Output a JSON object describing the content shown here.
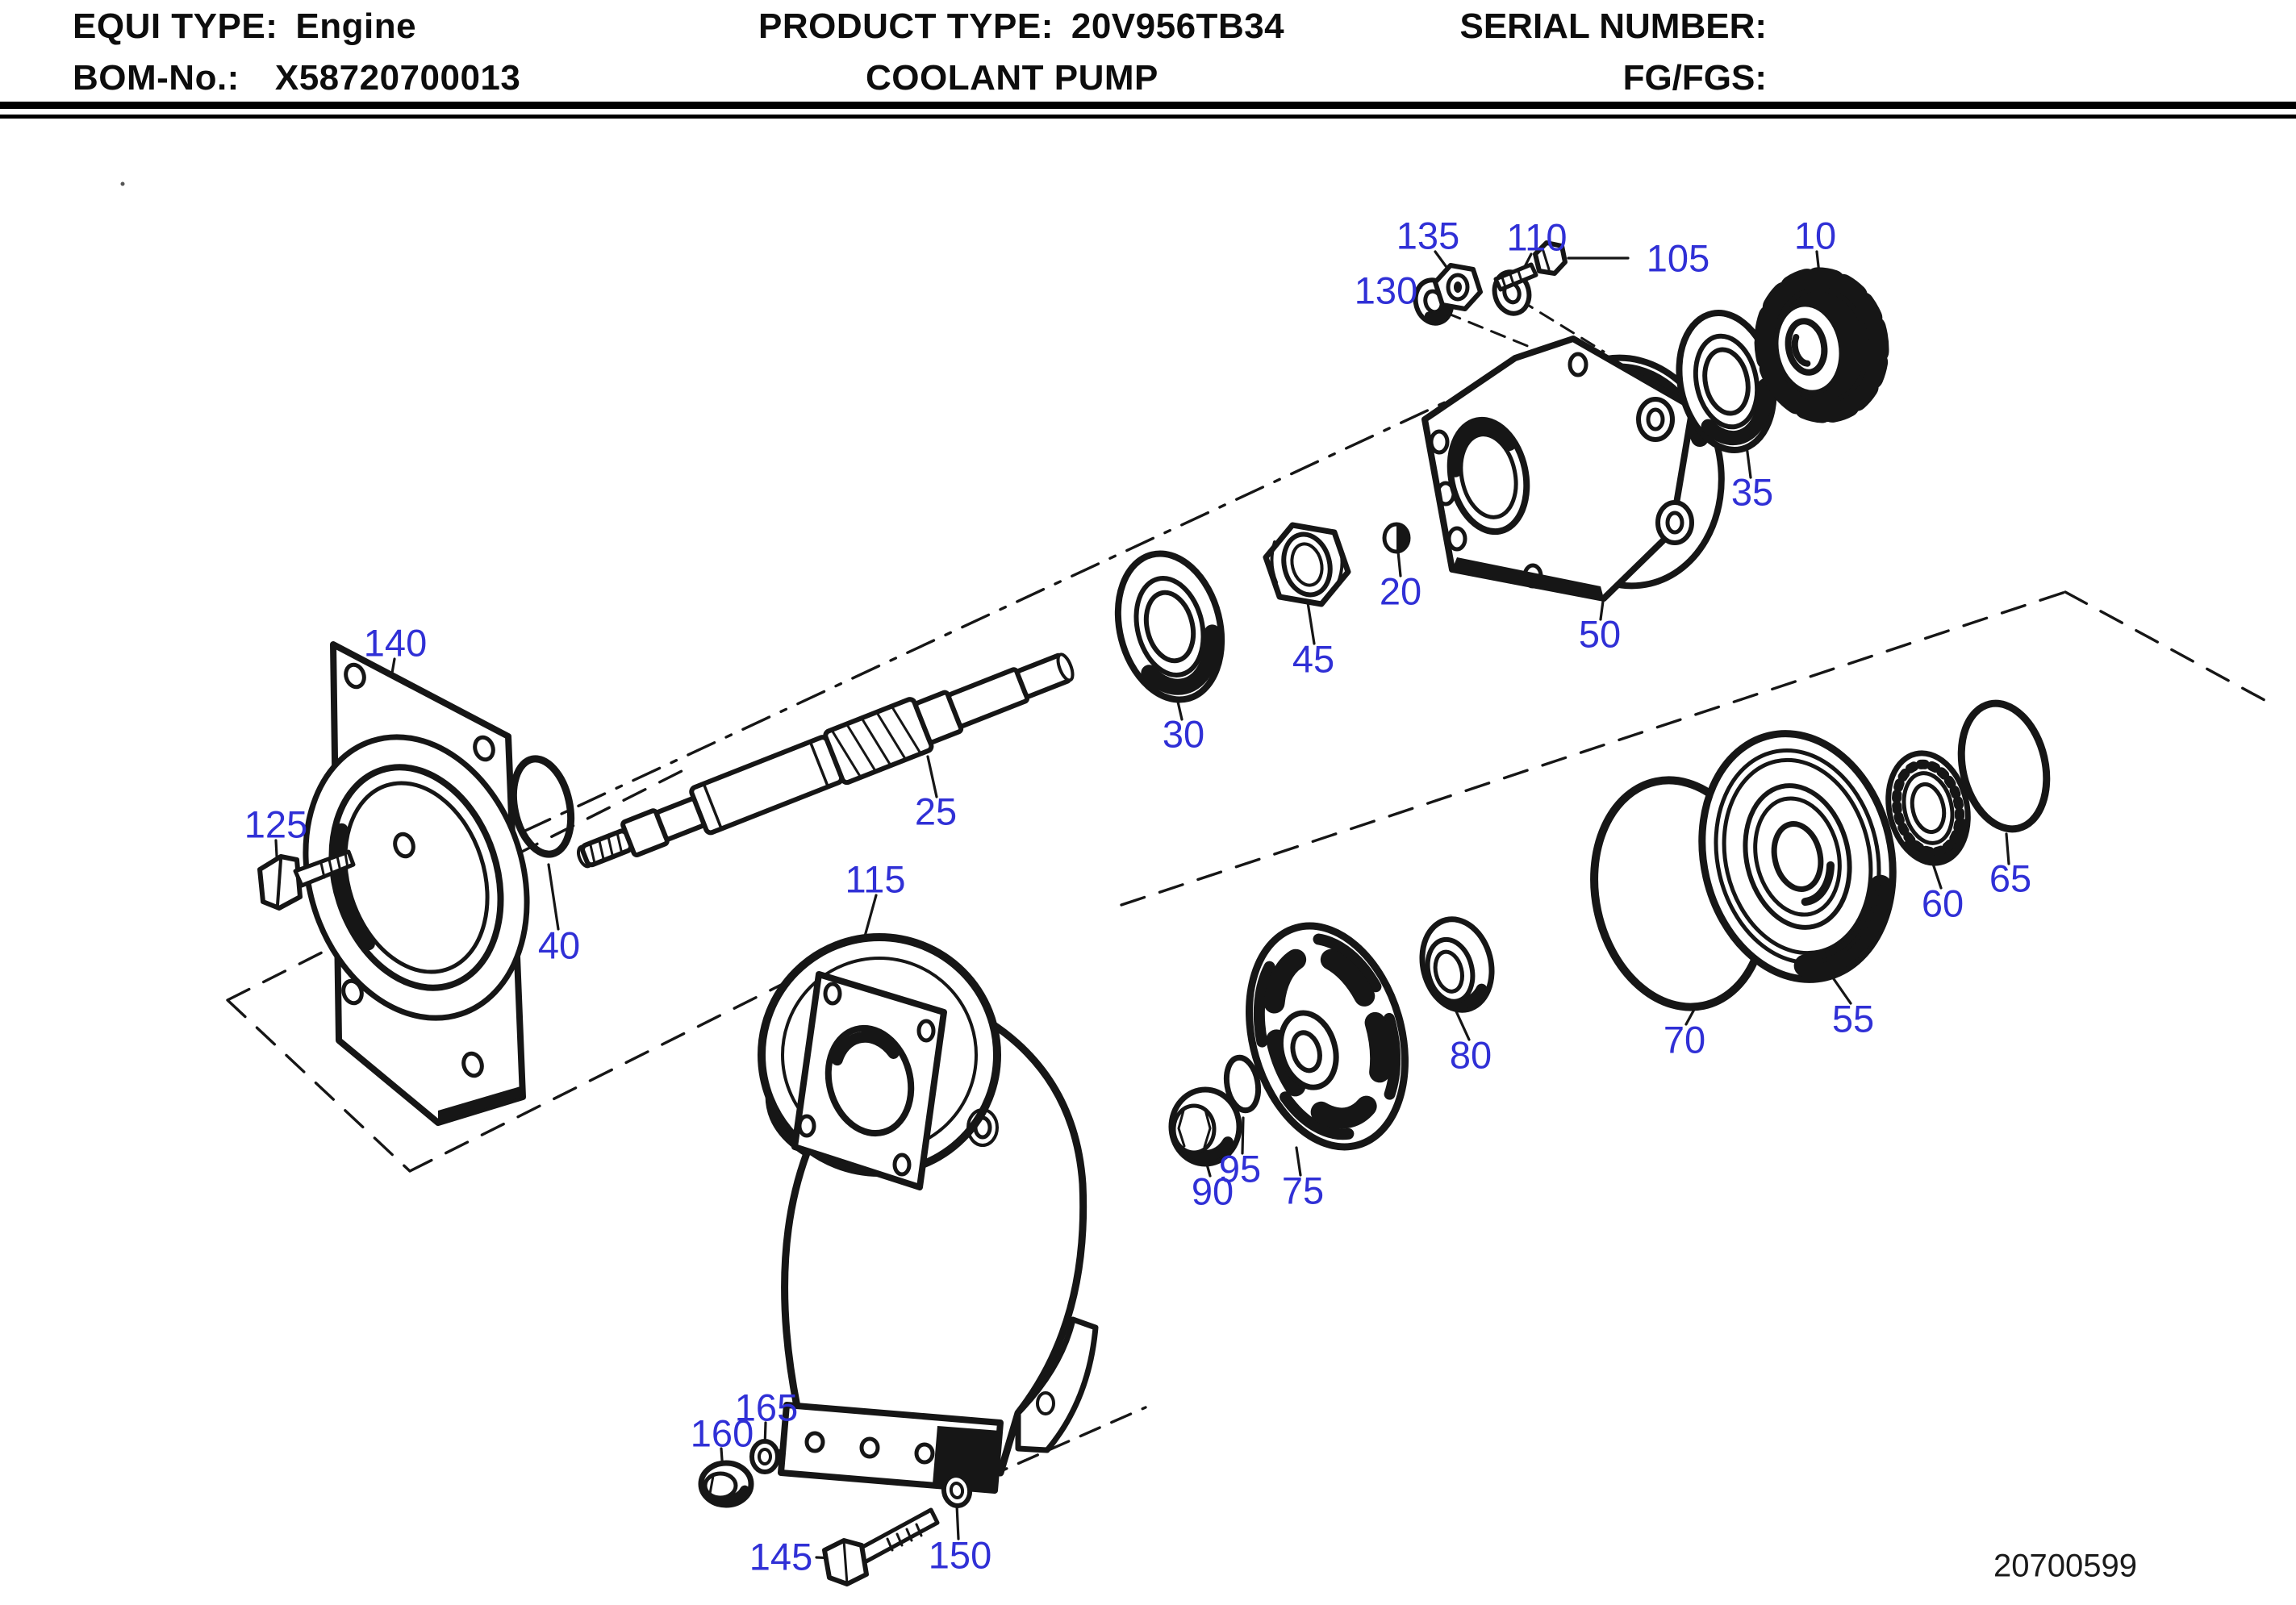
{
  "header": {
    "equi_type_label": "EQUI TYPE:",
    "equi_type_value": "Engine",
    "bom_label": "BOM-No.:",
    "bom_value": "X58720700013",
    "product_type_label": "PRODUCT TYPE:",
    "product_type_value": "20V956TB34",
    "product_name": "COOLANT PUMP",
    "serial_number_label": "SERIAL NUMBER:",
    "serial_number_value": "",
    "fg_label": "FG/FGS:",
    "fg_value": ""
  },
  "diagram": {
    "title_part": "COOLANT PUMP exploded view",
    "doc_number": "20700599",
    "callout_color": "#3030d6",
    "line_color": "#161616",
    "callouts": [
      "10",
      "20",
      "25",
      "30",
      "35",
      "40",
      "45",
      "50",
      "55",
      "60",
      "65",
      "70",
      "75",
      "80",
      "90",
      "95",
      "105",
      "110",
      "115",
      "125",
      "130",
      "135",
      "140",
      "145",
      "150",
      "160",
      "165"
    ]
  }
}
